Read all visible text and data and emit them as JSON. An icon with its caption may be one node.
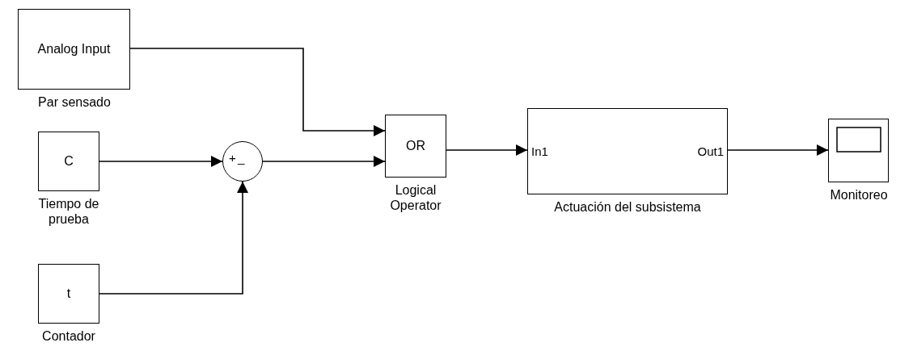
{
  "diagram": {
    "nodes": [
      {
        "text": [
          "Analog Input"
        ],
        "beside": [
          "Par sensado"
        ]
      },
      {
        "text": [
          "C"
        ],
        "beside": [
          "Tiempo de prueba"
        ]
      },
      {
        "text": [
          "t"
        ],
        "beside": [
          "Contador"
        ]
      },
      {
        "text": [
          "+",
          "_"
        ]
      },
      {
        "text": [
          "OR"
        ],
        "beside": [
          "Logical Operator"
        ]
      },
      {
        "text": [
          "In1",
          "Out1"
        ],
        "beside": [
          "Actuación del subsistema"
        ]
      },
      {
        "text": [],
        "shape": "box",
        "beside": [
          "Monitoreo"
        ]
      }
    ],
    "edges": [
      {
        "from": 0,
        "to": 4,
        "arrow": "to"
      },
      {
        "from": 1,
        "to": 3,
        "arrow": "to"
      },
      {
        "from": 2,
        "to": 3,
        "arrow": "to"
      },
      {
        "from": 3,
        "to": 4,
        "arrow": "to"
      },
      {
        "from": 4,
        "to": 5,
        "arrow": "to"
      },
      {
        "from": 5,
        "to": 6,
        "arrow": "to"
      }
    ]
  }
}
